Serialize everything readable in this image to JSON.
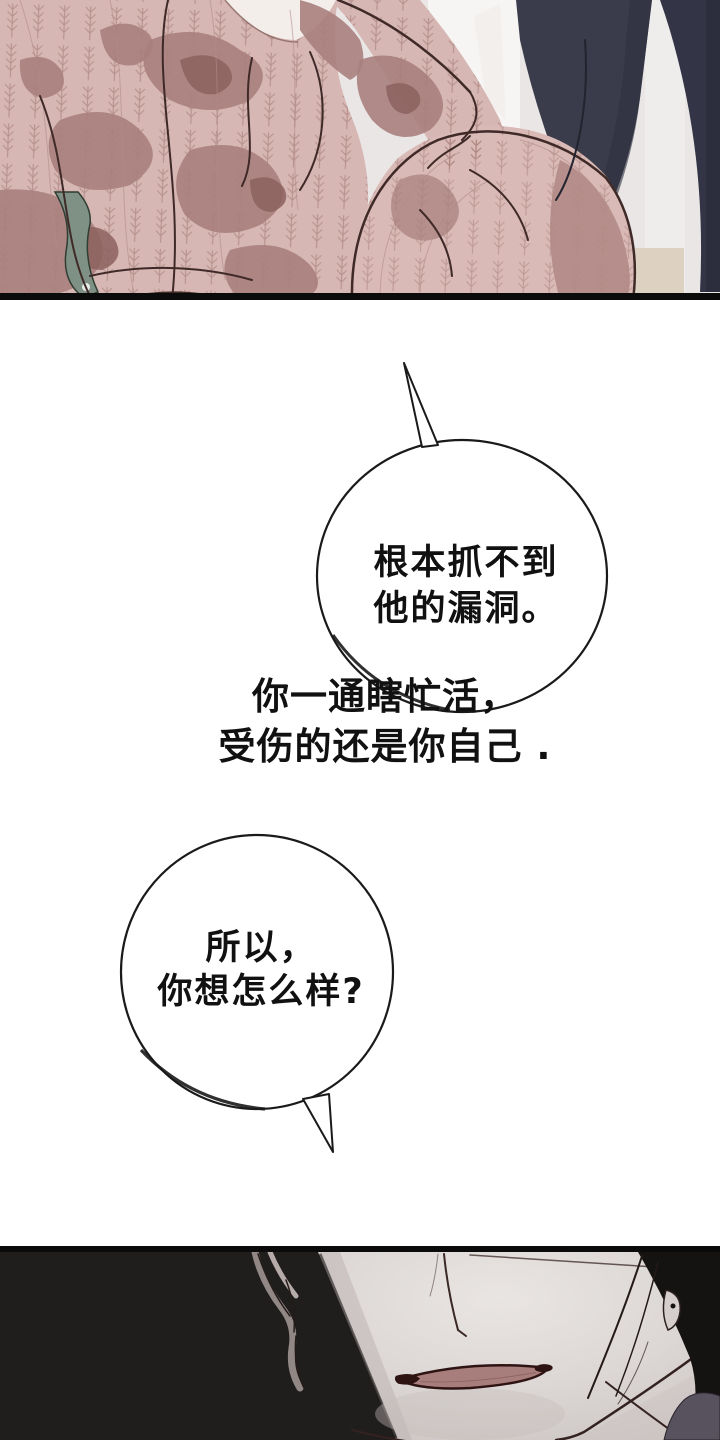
{
  "dialogue": {
    "bubble1": {
      "lines": [
        "根本抓不到",
        "他的漏洞。"
      ]
    },
    "narration": {
      "lines": [
        "你一通瞎忙活，",
        "受伤的还是你自己 ."
      ]
    },
    "bubble2": {
      "lines": [
        "所以，",
        "你想怎么样?"
      ]
    }
  },
  "palette": {
    "paper": "#ffffff",
    "ink": "#111111",
    "bubble_stroke": "#1a1a1a",
    "fabric_pink": "#d6b7b3",
    "fabric_shadow": "#a8807d",
    "fabric_shadow_dark": "#8c625f",
    "fabric_pattern": "#9b6f6b",
    "pants_navy": "#3a3c4b",
    "pants_navy_dark": "#2e3040",
    "sash_green": "#7f9184",
    "wall_gray": "#e9e6e5",
    "wall_light": "#f6f5f4",
    "floor_tan": "#ddd2c2",
    "panel_border": "#0b0b0b",
    "panel_dark_bg": "#201d1d",
    "skin_light": "#e9e5e3",
    "skin_shadow": "#c8c1bf",
    "hair_black": "#151212",
    "collar_gray": "#57525e",
    "mouth_pink": "#a87e7c",
    "mouth_dark": "#2d1413"
  }
}
